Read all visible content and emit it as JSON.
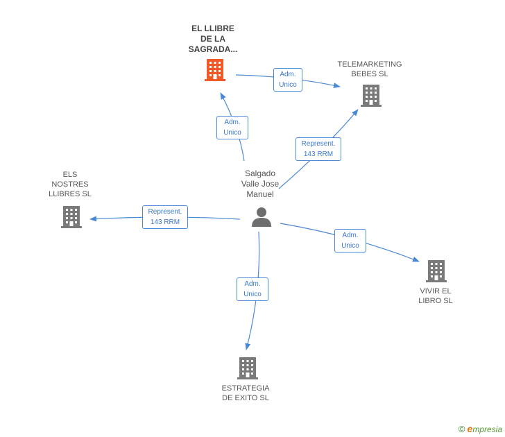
{
  "colors": {
    "edge": "#4a88d4",
    "company_icon": "#7a7a7a",
    "main_company_icon": "#f05a28",
    "person_icon": "#6e6e6e"
  },
  "person": {
    "name": "Salgado\nValle Jose\nManuel",
    "icon": "person-icon"
  },
  "companies": {
    "main": {
      "name": "EL LLIBRE\nDE LA\nSAGRADA...",
      "icon": "building-icon"
    },
    "telemarketing": {
      "name": "TELEMARKETING\nBEBES SL",
      "icon": "building-icon"
    },
    "els_nostres": {
      "name": "ELS\nNOSTRES\nLLIBRES SL",
      "icon": "building-icon"
    },
    "vivir": {
      "name": "VIVIR EL\nLIBRO SL",
      "icon": "building-icon"
    },
    "estrategia": {
      "name": "ESTRATEGIA\nDE EXITO  SL",
      "icon": "building-icon"
    }
  },
  "relations": {
    "person_main": "Adm.\nUnico",
    "main_telemarketing": "Adm.\nUnico",
    "person_telemarketing": "Represent.\n143 RRM",
    "person_els": "Represent.\n143 RRM",
    "person_vivir": "Adm.\nUnico",
    "person_estrategia": "Adm.\nUnico"
  },
  "footer": {
    "copyright": "©",
    "brand_initial": "e",
    "brand_rest": "mpresia"
  }
}
